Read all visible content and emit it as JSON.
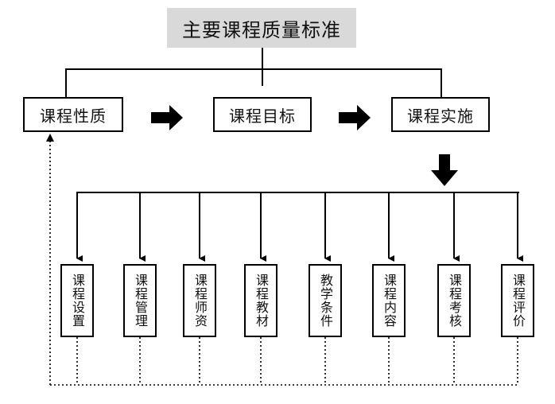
{
  "title": "主要课程质量标准",
  "top_row": [
    "课程性质",
    "课程目标",
    "课程实施"
  ],
  "elements": [
    "课程设置",
    "课程管理",
    "课程师资",
    "课程教材",
    "教学条件",
    "课程内容",
    "课程考核",
    "课程评价"
  ]
}
